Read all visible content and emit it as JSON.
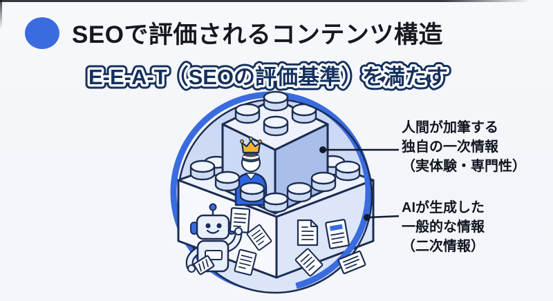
{
  "header": {
    "title": "SEOで評価されるコンテンツ構造"
  },
  "banner": {
    "text": "E-E-A-T（SEOの評価基準）を満たす"
  },
  "diagram": {
    "annotations": [
      {
        "target": "top-brick-right-face",
        "lines": [
          "人間が加筆する",
          "独自の一次情報",
          "（実体験・専門性）"
        ]
      },
      {
        "target": "bottom-brick-right-face",
        "lines": [
          "AIが生成した",
          "一般的な情報",
          "（二次情報）"
        ]
      }
    ],
    "icons": {
      "bullet_icon": "filled-circle",
      "crowned_person_icon": "person-with-crown",
      "robot_icon": "friendly-robot",
      "document_icon": "document-pages",
      "lego_bricks_icon": "stacked-building-blocks"
    }
  },
  "colors": {
    "accent_blue": "#3a6ce0",
    "banner_navy": "#14305e",
    "outline_navy": "#1b2d52",
    "circle_fill_top": "#c9d6f3",
    "circle_fill_bottom": "#dde6f8",
    "brick_face_light": "#f6f8fd",
    "brick_face_mid": "#ccd9f4",
    "brick_face_dark": "#a9bfe9",
    "crown_gold": "#f1b42f",
    "shirt_blue": "#2e66e0",
    "title_color": "#15181e",
    "annotation_color": "#11151f"
  }
}
